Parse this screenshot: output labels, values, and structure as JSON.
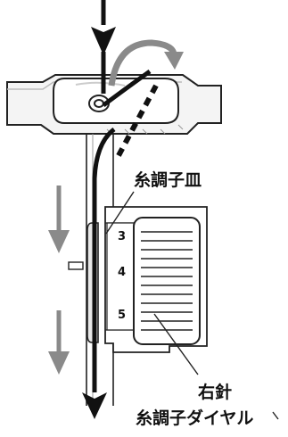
{
  "labels": {
    "tension_disc": "糸調子皿",
    "dial_line1": "右針",
    "dial_line2": "糸調子ダイヤル"
  },
  "dial_numbers": [
    "3",
    "4",
    "5"
  ],
  "colors": {
    "thread": "#111111",
    "motion_arrow": "#8a8a8a",
    "outline": "#222222",
    "fill_light": "#f2f2f2"
  }
}
